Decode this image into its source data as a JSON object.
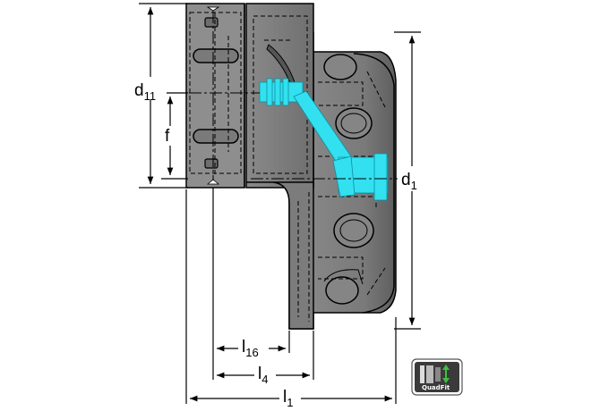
{
  "dimensions": {
    "d11": {
      "main": "d",
      "sub": "11"
    },
    "f": {
      "main": "f",
      "sub": ""
    },
    "d1": {
      "main": "d",
      "sub": "1"
    },
    "l16": {
      "main": "l",
      "sub": "16"
    },
    "l4": {
      "main": "l",
      "sub": "4"
    },
    "l1": {
      "main": "l",
      "sub": "1"
    }
  },
  "badge": {
    "label": "QuadFit",
    "icon": "quadfit-icon"
  },
  "colors": {
    "body": "#7a7a7a",
    "body_light": "#9a9a9a",
    "body_dark": "#4a4a4a",
    "coolant": "#33e0f0",
    "line": "#000000",
    "badge_bg": "#3a3a3a",
    "badge_accent": "#3fbf3f"
  }
}
